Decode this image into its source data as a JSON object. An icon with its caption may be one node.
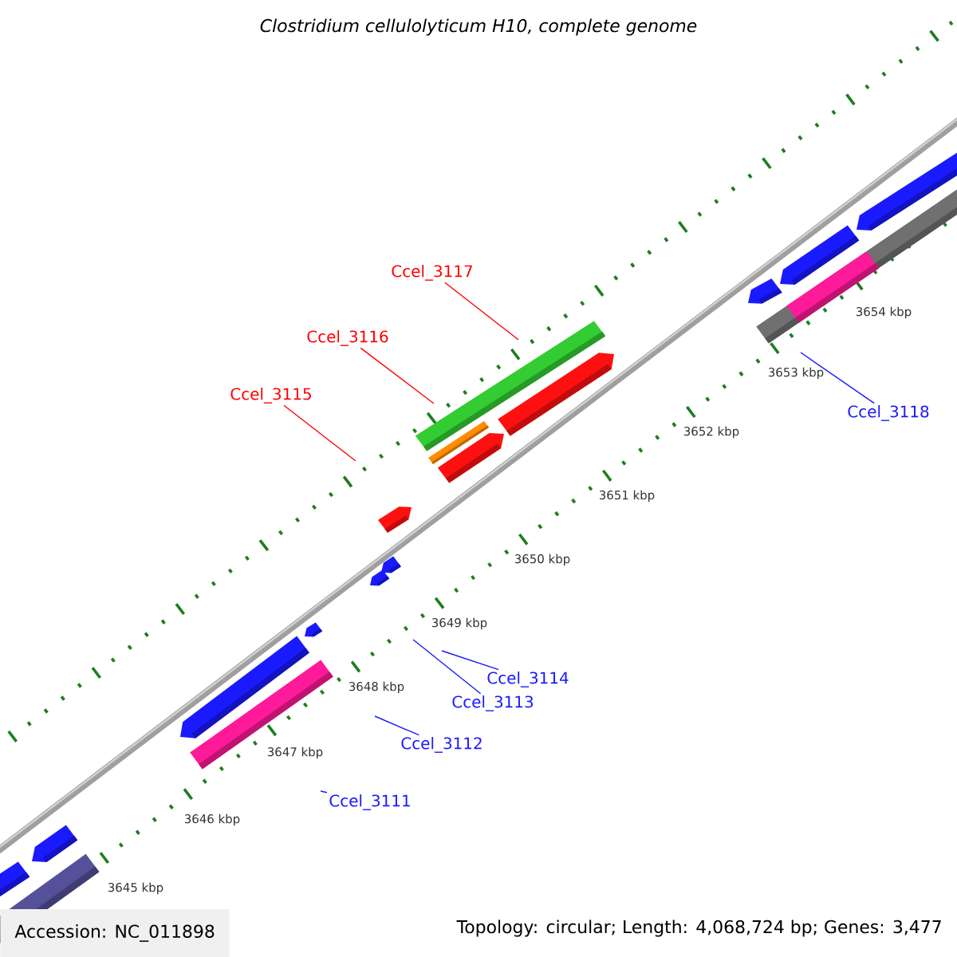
{
  "diagram": {
    "title": "Clostridium cellulolyticum H10, complete genome",
    "nodes": [
      {
        "text": [
          "Ccel_3117"
        ]
      },
      {
        "text": [
          "Ccel_3116"
        ]
      },
      {
        "text": [
          "Ccel_3115"
        ]
      },
      {
        "text": [
          "Ccel_3118"
        ]
      },
      {
        "text": [
          "Ccel_3114"
        ]
      },
      {
        "text": [
          "Ccel_3113"
        ]
      },
      {
        "text": [
          "Ccel_3112"
        ]
      },
      {
        "text": [
          "Ccel_3111"
        ]
      }
    ],
    "edges": [
      {
        "from": 0,
        "to": null,
        "arrow": "none",
        "color": "#ff0000"
      },
      {
        "from": 1,
        "to": null,
        "arrow": "none",
        "color": "#ff0000"
      },
      {
        "from": 2,
        "to": null,
        "arrow": "none",
        "color": "#ff0000"
      },
      {
        "from": 3,
        "to": null,
        "arrow": "none"
      },
      {
        "from": 4,
        "to": null,
        "arrow": "none"
      },
      {
        "from": 5,
        "to": null,
        "arrow": "none"
      },
      {
        "from": 6,
        "to": null,
        "arrow": "none"
      },
      {
        "from": 7,
        "to": null,
        "arrow": "none"
      }
    ],
    "labels": [
      "3654 kbp",
      "3653 kbp",
      "3652 kbp",
      "3651 kbp",
      "3650 kbp",
      "3649 kbp",
      "3648 kbp",
      "3647 kbp",
      "3646 kbp",
      "3645 kbp",
      "Accession: NC_011898",
      "Topology: circular; Length: 4,068,724 bp; Genes: 3,477"
    ]
  }
}
